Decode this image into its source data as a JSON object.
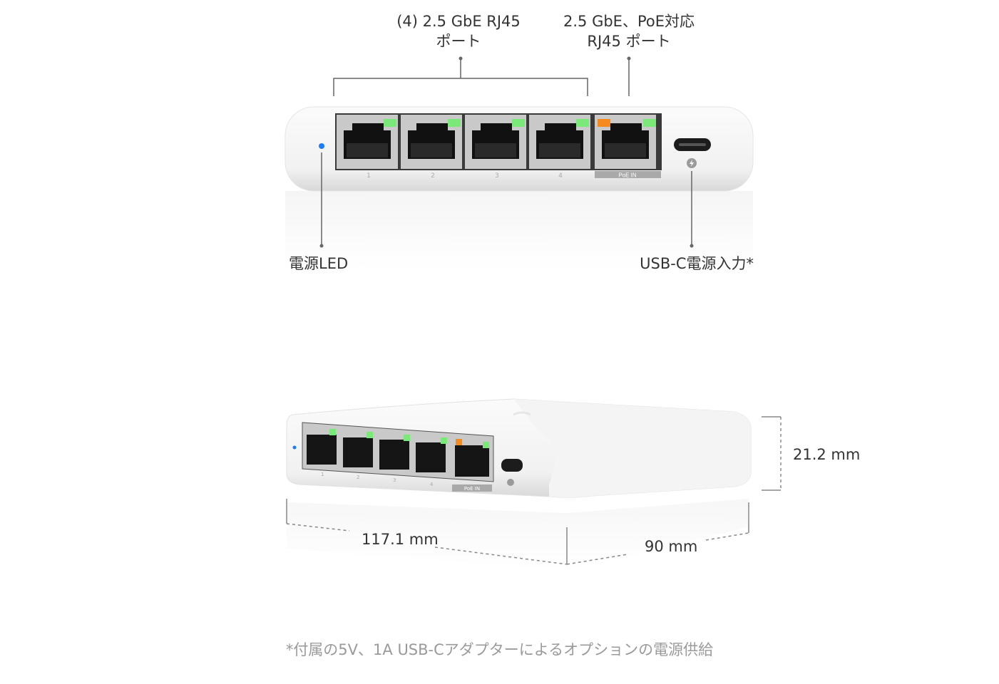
{
  "front_view": {
    "callouts": {
      "ports_label_line1": "(4) 2.5 GbE RJ45",
      "ports_label_line2": "ポート",
      "poe_port_label_line1": "2.5 GbE、PoE対応",
      "poe_port_label_line2": "RJ45 ポート",
      "power_led_label": "電源LED",
      "usbc_label": "USB-C電源入力*"
    },
    "port_numbers": [
      "1",
      "2",
      "3",
      "4"
    ],
    "poe_in_label": "PoE IN"
  },
  "perspective_view": {
    "port_numbers": [
      "1",
      "2",
      "3",
      "4"
    ],
    "poe_in_label": "PoE IN",
    "dimensions": {
      "height": "21.2 mm",
      "width": "117.1 mm",
      "depth": "90 mm"
    }
  },
  "footnote": "*付属の5V、1A USB-Cアダプターによるオプションの電源供給",
  "colors": {
    "link_led": "#7be87a",
    "poe_led": "#f58a1f",
    "power_led": "#1a7cff",
    "callout_line": "#666666"
  }
}
